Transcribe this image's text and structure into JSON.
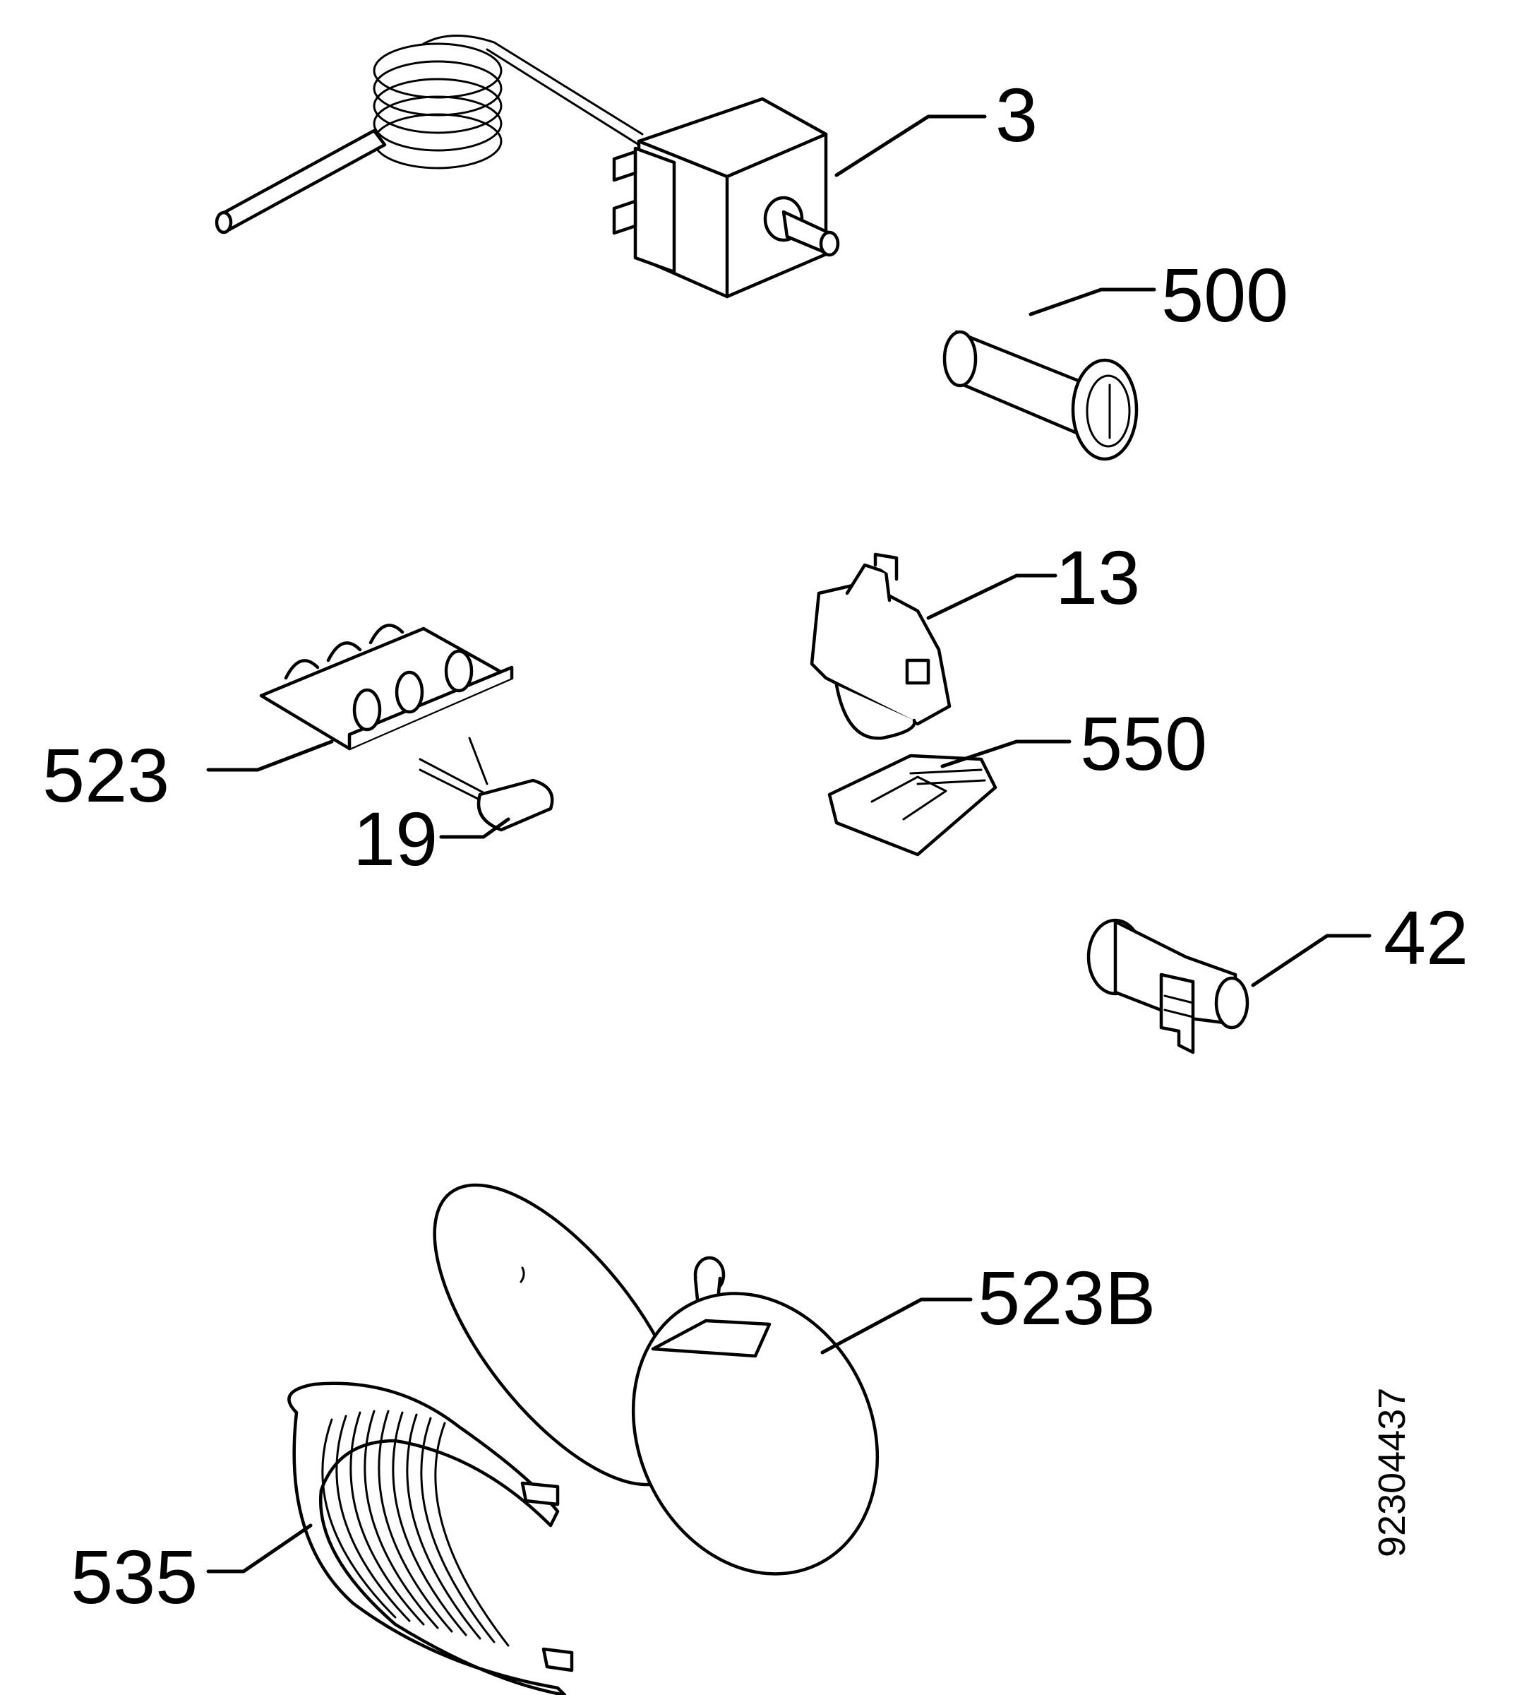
{
  "labels": {
    "p3": "3",
    "p500": "500",
    "p13": "13",
    "p523": "523",
    "p550": "550",
    "p19": "19",
    "p42": "42",
    "p523b": "523B",
    "p535": "535"
  },
  "document_number": "92304437"
}
